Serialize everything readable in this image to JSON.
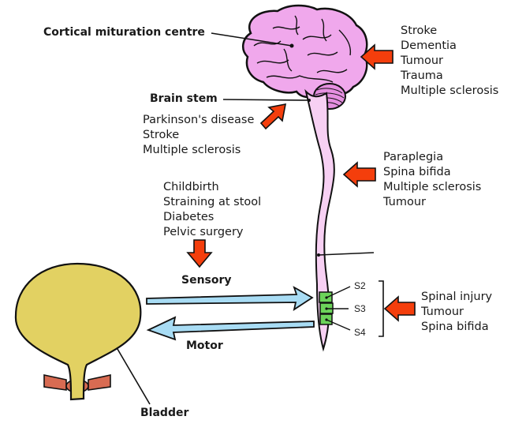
{
  "labels": {
    "cortical": "Cortical mituration centre",
    "brain_stem": "Brain stem",
    "sensory": "Sensory",
    "motor": "Motor",
    "bladder": "Bladder"
  },
  "segments": [
    "S2",
    "S3",
    "S4"
  ],
  "causes": {
    "brain": [
      "Stroke",
      "Dementia",
      "Tumour",
      "Trauma",
      "Multiple sclerosis"
    ],
    "brain_stem": [
      "Parkinson's disease",
      "Stroke",
      "Multiple sclerosis"
    ],
    "spinal_cord": [
      "Paraplegia",
      "Spina bifida",
      "Multiple sclerosis",
      "Tumour"
    ],
    "peripheral": [
      "Childbirth",
      "Straining at stool",
      "Diabetes",
      "Pelvic surgery"
    ],
    "sacral": [
      "Spinal injury",
      "Tumour",
      "Spina bifida"
    ]
  },
  "colors": {
    "brain": "#f0a8ec",
    "cord": "#f7d0f3",
    "sacral": "#6cd35a",
    "arrow_red": "#f43e0c",
    "nerve_arrow": "#a8dcf4",
    "bladder": "#e2d162",
    "sphincter": "#d86b52"
  }
}
